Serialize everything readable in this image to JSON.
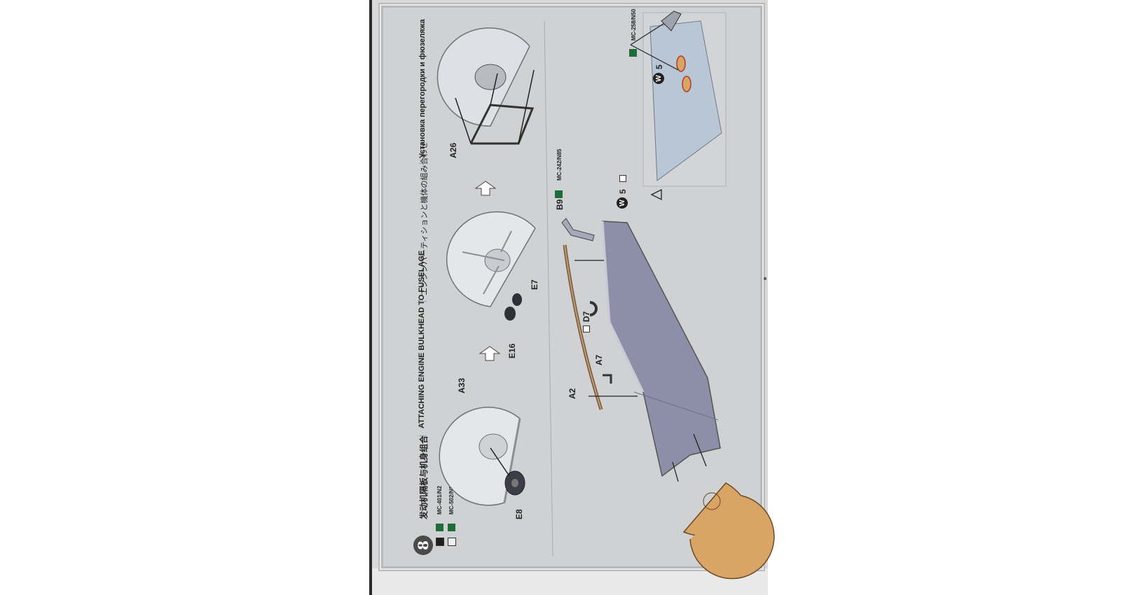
{
  "header": {
    "step_number": "8",
    "title_cn": "发动机隔板与机身组合",
    "title_en": "ATTACHING ENGINE BULKHEAD TO FUSELAGE",
    "title_jp": "エンジンパーティションと機体の組み合わせ",
    "title_ru": "Установка перегородки и фюзеляжа"
  },
  "paints": [
    {
      "code": "MC-401/N2",
      "color": "#1e1e1e"
    },
    {
      "code": "MC-502/N8",
      "color": "#f2f2f2"
    },
    {
      "code": "MC-242/N85",
      "color": "#6b6e8a"
    },
    {
      "code": "MC-258/N50",
      "color": "#8a8f99"
    }
  ],
  "parts": {
    "e8": "E8",
    "a33": "A33",
    "e16": "E16",
    "e7": "E7",
    "a26": "A26",
    "a2": "A2",
    "a7": "A7",
    "d7": "D7",
    "b9": "B9",
    "w5": "W",
    "w5_num": "5",
    "w5b": "W",
    "w5b_num": "5"
  },
  "colors": {
    "page": "#cfd1d2",
    "bulkhead": "#dfe1e6",
    "fuselage": "#8d8fa8",
    "copper": "#d9a566",
    "inset_bg": "#b9c6d6",
    "glue": "#1f6b3a"
  }
}
